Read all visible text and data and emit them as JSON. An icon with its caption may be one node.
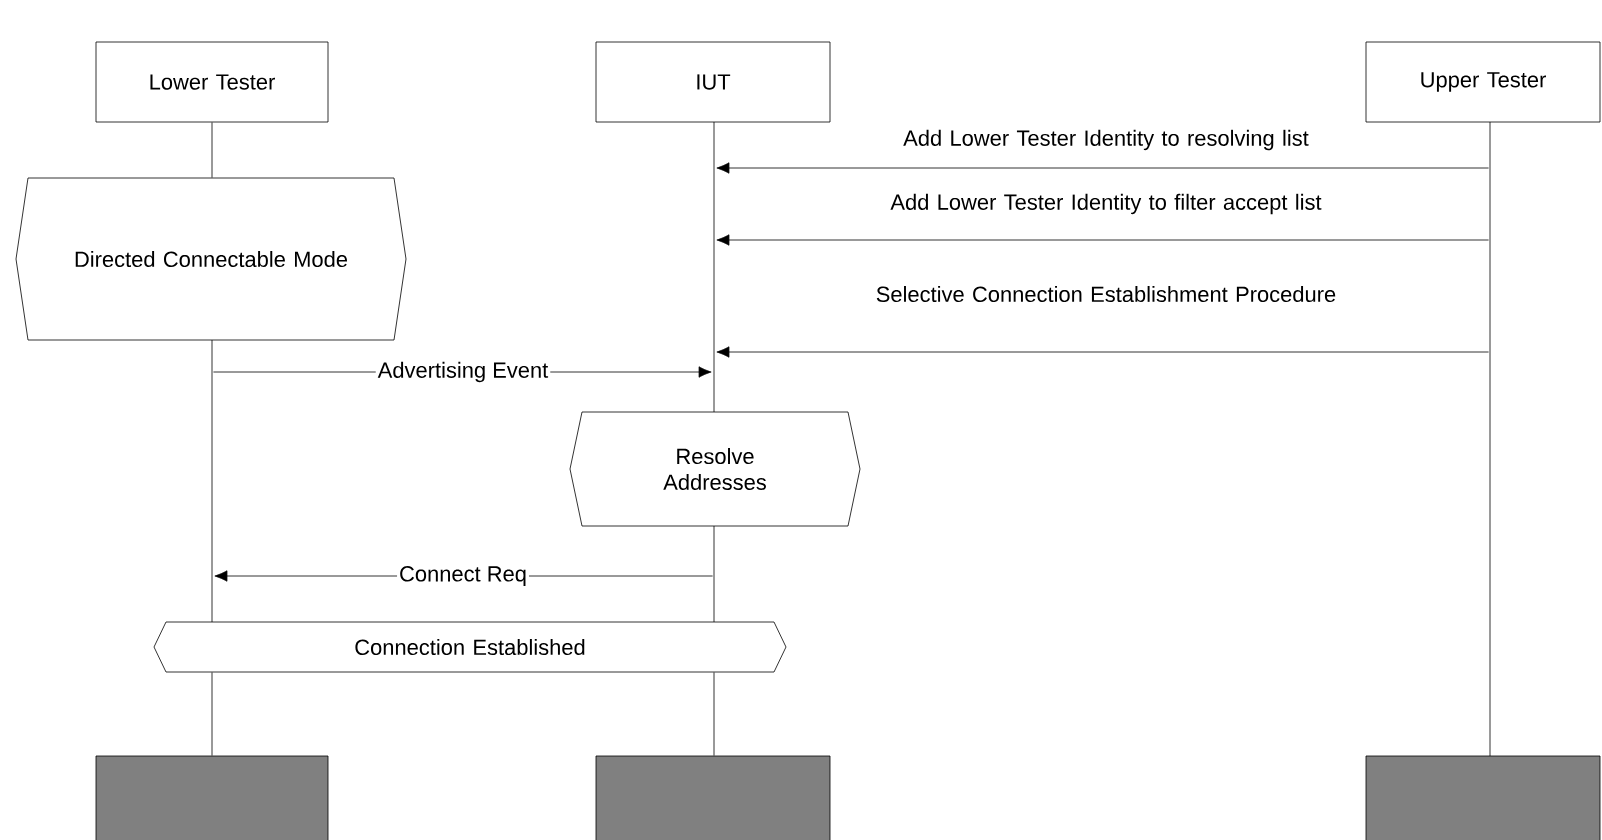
{
  "diagram": {
    "nodes": [
      {
        "text": [
          "Lower Tester"
        ]
      },
      {
        "text": [
          "IUT"
        ]
      },
      {
        "text": [
          "Upper Tester"
        ]
      },
      {
        "text": [],
        "shape": "line"
      },
      {
        "text": [],
        "shape": "line"
      },
      {
        "text": [],
        "shape": "line"
      },
      {
        "text": [],
        "shape": "line"
      },
      {
        "text": [
          "Directed Connectable Mode"
        ]
      },
      {
        "text": [
          "Resolve Addresses"
        ]
      },
      {
        "text": [
          "Connection Established"
        ]
      },
      {
        "text": [],
        "shape": "bar"
      },
      {
        "text": [],
        "shape": "bar"
      },
      {
        "text": [],
        "shape": "bar"
      }
    ],
    "edges": [
      {
        "from": 6,
        "to": 4,
        "arrow": "to",
        "label": "Add Lower Tester Identity to resolving list"
      },
      {
        "from": 6,
        "to": 4,
        "arrow": "to",
        "label": "Add Lower Tester Identity to filter accept list"
      },
      {
        "from": 6,
        "to": 4,
        "arrow": "to",
        "label": "Selective Connection Establishment Procedure"
      },
      {
        "from": 3,
        "to": 4,
        "arrow": "to",
        "label": "Advertising Event"
      },
      {
        "from": 5,
        "to": 3,
        "arrow": "to",
        "label": "Connect Req"
      },
      {
        "from": 0,
        "to": 7,
        "arrow": "none"
      },
      {
        "from": 9,
        "to": 10,
        "arrow": "none"
      },
      {
        "from": 9,
        "to": 11,
        "arrow": "none"
      }
    ]
  }
}
